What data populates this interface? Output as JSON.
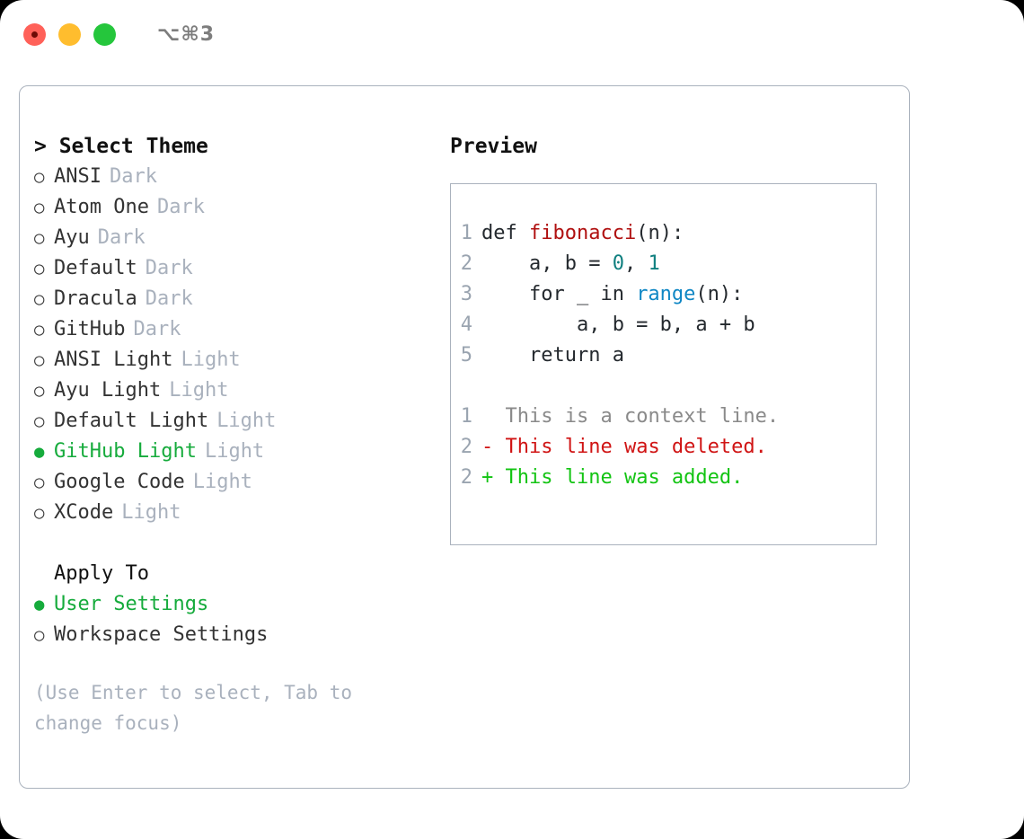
{
  "titlebar": {
    "shortcut": "⌥⌘3",
    "lights": [
      "close",
      "minimize",
      "zoom"
    ]
  },
  "theme_list": {
    "header": "> Select Theme",
    "selected_index": 9,
    "items": [
      {
        "bullet": "○",
        "label": "ANSI",
        "badge": "Dark",
        "selected": false
      },
      {
        "bullet": "○",
        "label": "Atom One",
        "badge": "Dark",
        "selected": false
      },
      {
        "bullet": "○",
        "label": "Ayu",
        "badge": "Dark",
        "selected": false
      },
      {
        "bullet": "○",
        "label": "Default",
        "badge": "Dark",
        "selected": false
      },
      {
        "bullet": "○",
        "label": "Dracula",
        "badge": "Dark",
        "selected": false
      },
      {
        "bullet": "○",
        "label": "GitHub",
        "badge": "Dark",
        "selected": false
      },
      {
        "bullet": "○",
        "label": "ANSI Light",
        "badge": "Light",
        "selected": false
      },
      {
        "bullet": "○",
        "label": "Ayu Light",
        "badge": "Light",
        "selected": false
      },
      {
        "bullet": "○",
        "label": "Default Light",
        "badge": "Light",
        "selected": false
      },
      {
        "bullet": "●",
        "label": "GitHub Light",
        "badge": "Light",
        "selected": true
      },
      {
        "bullet": "○",
        "label": "Google Code",
        "badge": "Light",
        "selected": false
      },
      {
        "bullet": "○",
        "label": "XCode",
        "badge": "Light",
        "selected": false
      }
    ]
  },
  "apply_to": {
    "title": "Apply To",
    "options": [
      {
        "bullet": "●",
        "label": "User Settings",
        "selected": true
      },
      {
        "bullet": "○",
        "label": "Workspace Settings",
        "selected": false
      }
    ]
  },
  "hint": "(Use Enter to select, Tab to change focus)",
  "preview": {
    "title": "Preview",
    "code": [
      {
        "ln": "1",
        "segments": [
          {
            "t": "def ",
            "c": "code-text"
          },
          {
            "t": "fibonacci",
            "c": "tok-fn"
          },
          {
            "t": "(n):",
            "c": "code-text"
          }
        ]
      },
      {
        "ln": "2",
        "segments": [
          {
            "t": "    a, b = ",
            "c": "code-text"
          },
          {
            "t": "0",
            "c": "tok-num"
          },
          {
            "t": ", ",
            "c": "code-text"
          },
          {
            "t": "1",
            "c": "tok-num"
          }
        ]
      },
      {
        "ln": "3",
        "segments": [
          {
            "t": "    for _ in ",
            "c": "code-text"
          },
          {
            "t": "range",
            "c": "tok-call"
          },
          {
            "t": "(n):",
            "c": "code-text"
          }
        ]
      },
      {
        "ln": "4",
        "segments": [
          {
            "t": "        a, b = b, a + b",
            "c": "code-text"
          }
        ]
      },
      {
        "ln": "5",
        "segments": [
          {
            "t": "    return a",
            "c": "code-text"
          }
        ]
      }
    ],
    "diff": [
      {
        "ln": "1",
        "marker": "  ",
        "text": "This is a context line.",
        "kind": "diff-ctx"
      },
      {
        "ln": "2",
        "marker": "- ",
        "text": "This line was deleted.",
        "kind": "diff-del"
      },
      {
        "ln": "2",
        "marker": "+ ",
        "text": "This line was added.",
        "kind": "diff-add"
      }
    ]
  },
  "colors": {
    "accent_green": "#16ab3c",
    "muted": "#a9b1bd",
    "border": "#aab2bd",
    "diff_add": "#13c413",
    "diff_del": "#d01414",
    "token_fn": "#b01010",
    "token_num": "#0f7f7f",
    "token_call": "#0e86c4"
  }
}
